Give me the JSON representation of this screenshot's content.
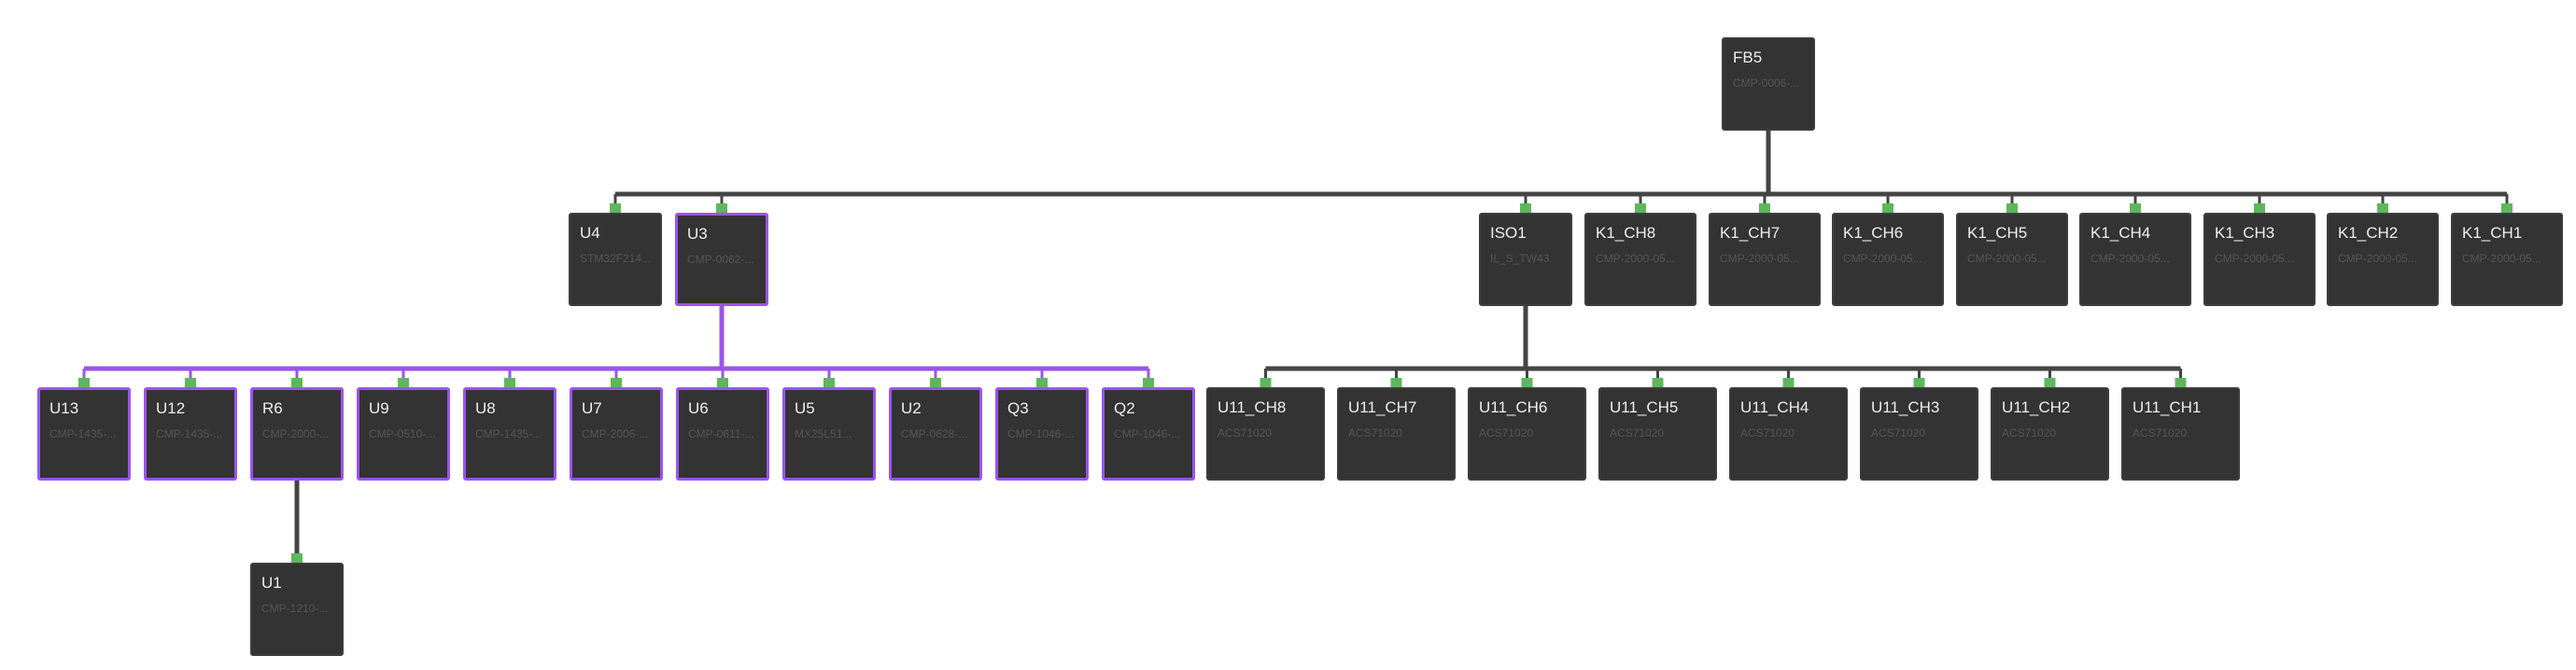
{
  "colors": {
    "node_fill": "#333333",
    "connector": "#444444",
    "selected_branch": "#9a54ee",
    "port": "#5cb85c"
  },
  "root": {
    "id": "FB5",
    "ref": "FB5",
    "part": "CMP-0006-..."
  },
  "level1": [
    {
      "id": "U4",
      "ref": "U4",
      "part": "STM32F214...",
      "parent": "FB5"
    },
    {
      "id": "U3",
      "ref": "U3",
      "part": "CMP-0062-...",
      "parent": "FB5",
      "selected": true
    },
    {
      "id": "ISO1",
      "ref": "ISO1",
      "part": "IL_S_TW43",
      "parent": "FB5"
    },
    {
      "id": "K1_CH8",
      "ref": "K1_CH8",
      "part": "CMP-2000-05...",
      "parent": "FB5"
    },
    {
      "id": "K1_CH7",
      "ref": "K1_CH7",
      "part": "CMP-2000-05...",
      "parent": "FB5"
    },
    {
      "id": "K1_CH6",
      "ref": "K1_CH6",
      "part": "CMP-2000-05...",
      "parent": "FB5"
    },
    {
      "id": "K1_CH5",
      "ref": "K1_CH5",
      "part": "CMP-2000-05...",
      "parent": "FB5"
    },
    {
      "id": "K1_CH4",
      "ref": "K1_CH4",
      "part": "CMP-2000-05...",
      "parent": "FB5"
    },
    {
      "id": "K1_CH3",
      "ref": "K1_CH3",
      "part": "CMP-2000-05...",
      "parent": "FB5"
    },
    {
      "id": "K1_CH2",
      "ref": "K1_CH2",
      "part": "CMP-2000-05...",
      "parent": "FB5"
    },
    {
      "id": "K1_CH1",
      "ref": "K1_CH1",
      "part": "CMP-2000-05...",
      "parent": "FB5"
    }
  ],
  "level2": [
    {
      "id": "U13",
      "ref": "U13",
      "part": "CMP-1435-...",
      "parent": "U3",
      "selected": true
    },
    {
      "id": "U12",
      "ref": "U12",
      "part": "CMP-1435-...",
      "parent": "U3",
      "selected": true
    },
    {
      "id": "R6",
      "ref": "R6",
      "part": "CMP-2000-...",
      "parent": "U3",
      "selected": true
    },
    {
      "id": "U9",
      "ref": "U9",
      "part": "CMP-0510-...",
      "parent": "U3",
      "selected": true
    },
    {
      "id": "U8",
      "ref": "U8",
      "part": "CMP-1435-...",
      "parent": "U3",
      "selected": true
    },
    {
      "id": "U7",
      "ref": "U7",
      "part": "CMP-2006-...",
      "parent": "U3",
      "selected": true
    },
    {
      "id": "U6",
      "ref": "U6",
      "part": "CMP-0611-...",
      "parent": "U3",
      "selected": true
    },
    {
      "id": "U5",
      "ref": "U5",
      "part": "MX25L51...",
      "parent": "U3",
      "selected": true
    },
    {
      "id": "U2",
      "ref": "U2",
      "part": "CMP-0628-...",
      "parent": "U3",
      "selected": true
    },
    {
      "id": "Q3",
      "ref": "Q3",
      "part": "CMP-1046-...",
      "parent": "U3",
      "selected": true
    },
    {
      "id": "Q2",
      "ref": "Q2",
      "part": "CMP-1046-...",
      "parent": "U3",
      "selected": true
    },
    {
      "id": "U11_CH8",
      "ref": "U11_CH8",
      "part": "ACS71020",
      "parent": "ISO1"
    },
    {
      "id": "U11_CH7",
      "ref": "U11_CH7",
      "part": "ACS71020",
      "parent": "ISO1"
    },
    {
      "id": "U11_CH6",
      "ref": "U11_CH6",
      "part": "ACS71020",
      "parent": "ISO1"
    },
    {
      "id": "U11_CH5",
      "ref": "U11_CH5",
      "part": "ACS71020",
      "parent": "ISO1"
    },
    {
      "id": "U11_CH4",
      "ref": "U11_CH4",
      "part": "ACS71020",
      "parent": "ISO1"
    },
    {
      "id": "U11_CH3",
      "ref": "U11_CH3",
      "part": "ACS71020",
      "parent": "ISO1"
    },
    {
      "id": "U11_CH2",
      "ref": "U11_CH2",
      "part": "ACS71020",
      "parent": "ISO1"
    },
    {
      "id": "U11_CH1",
      "ref": "U11_CH1",
      "part": "ACS71020",
      "parent": "ISO1"
    }
  ],
  "level3": [
    {
      "id": "U1",
      "ref": "U1",
      "part": "CMP-1210-...",
      "parent": "R6"
    }
  ]
}
